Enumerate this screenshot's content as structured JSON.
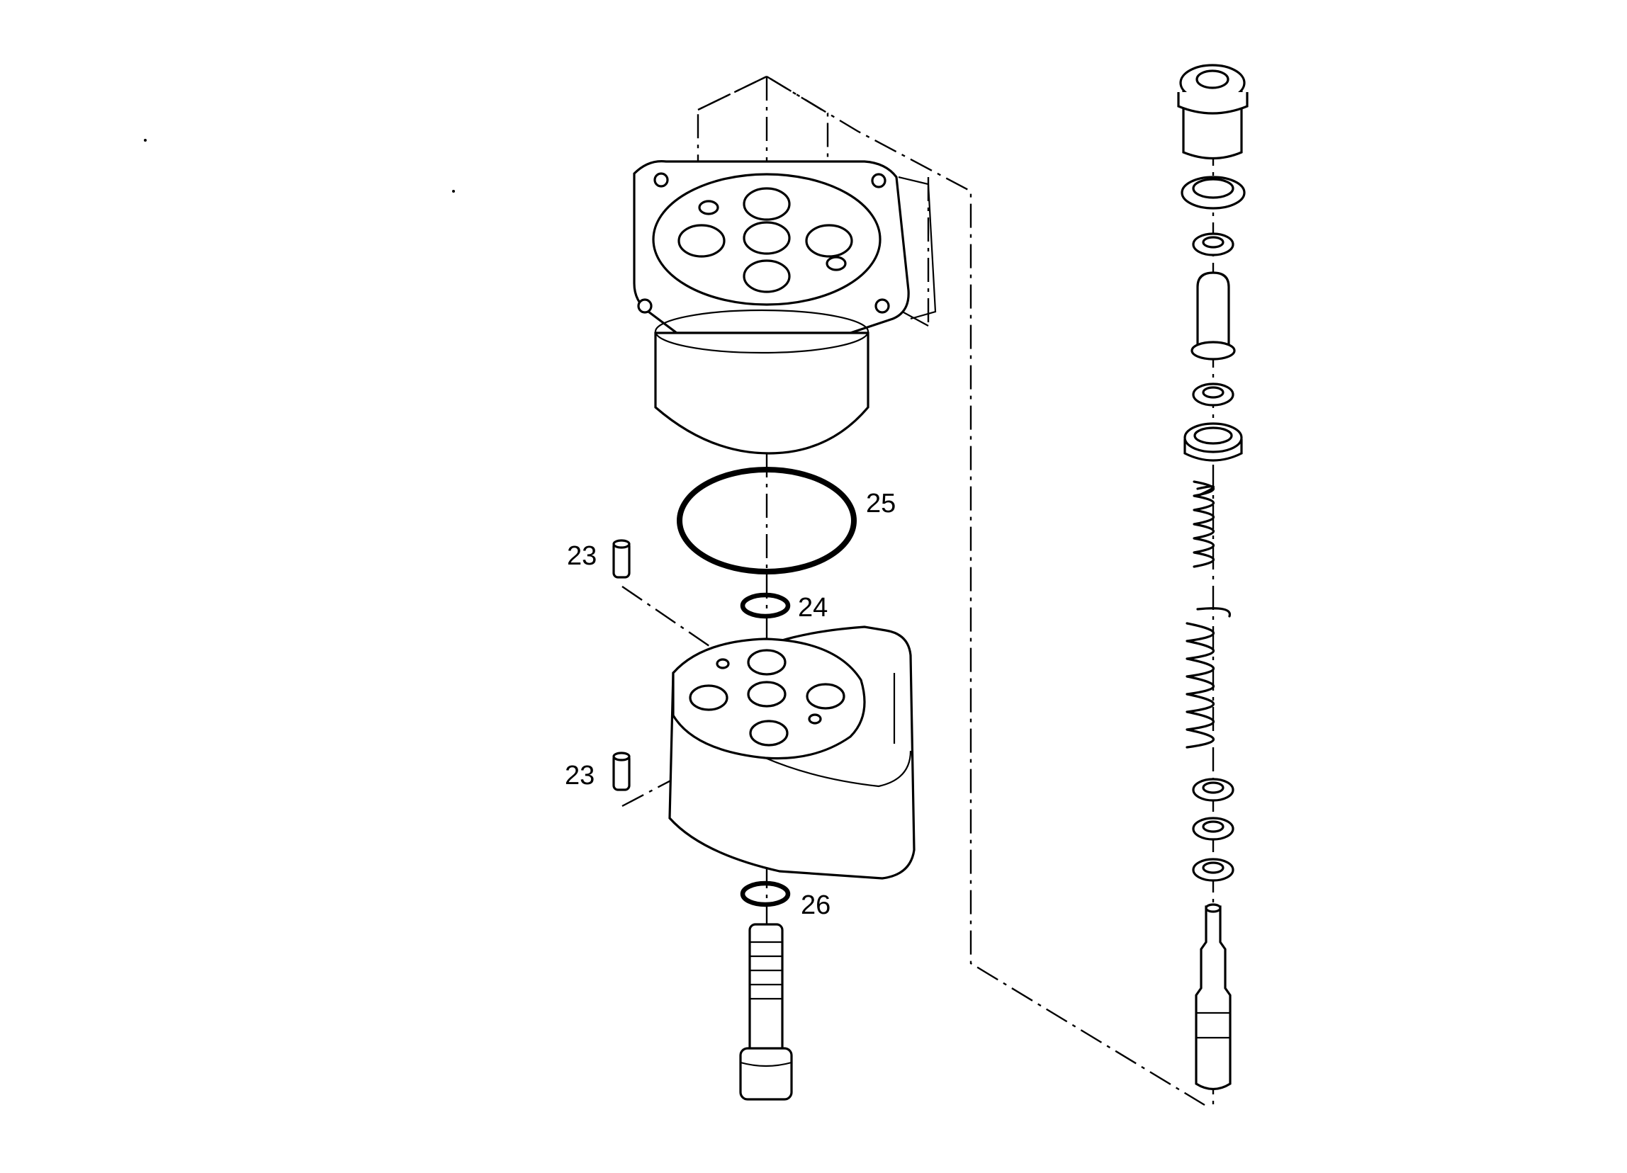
{
  "diagram": {
    "labels": {
      "label_23_upper": "23",
      "label_23_lower": "23",
      "label_24": "24",
      "label_25": "25",
      "label_26": "26"
    },
    "colors": {
      "line": "#000000",
      "background": "#ffffff"
    }
  }
}
